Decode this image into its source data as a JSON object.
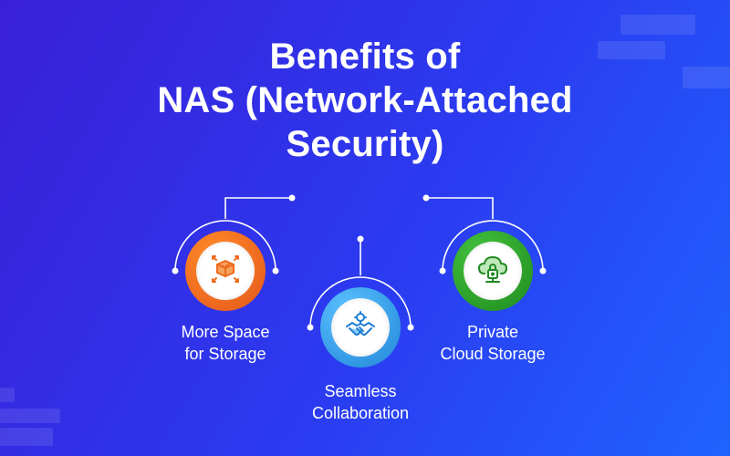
{
  "title": {
    "line1": "Benefits of",
    "line2": "NAS (Network-Attached",
    "line3": "Security)"
  },
  "benefits": [
    {
      "line1": "More Space",
      "line2": "for Storage",
      "icon": "box-expand-icon",
      "color": "#f06a1a"
    },
    {
      "line1": "Seamless",
      "line2": "Collaboration",
      "icon": "handshake-icon",
      "color": "#2f9ae6"
    },
    {
      "line1": "Private",
      "line2": "Cloud Storage",
      "icon": "cloud-lock-icon",
      "color": "#2a9a2a"
    }
  ]
}
